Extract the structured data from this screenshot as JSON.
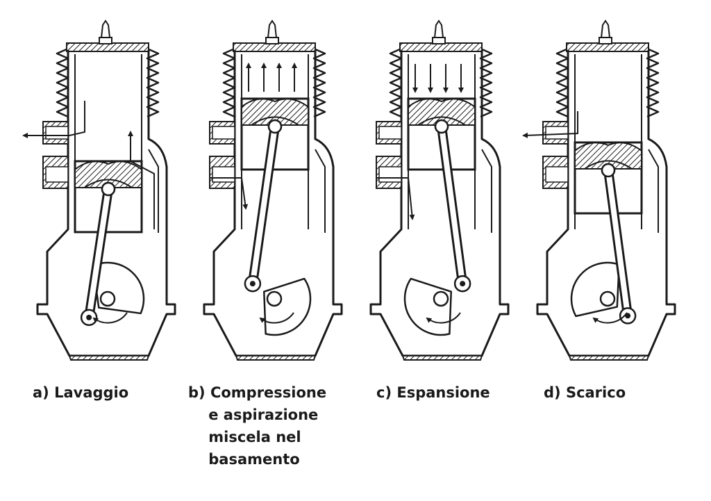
{
  "diagram": {
    "stages": [
      {
        "id": "a",
        "caption": "a) Lavaggio",
        "piston": "bottom",
        "crank_angle": 135,
        "flow": "scavenge"
      },
      {
        "id": "b",
        "caption": "b) Compressione\n    e aspirazione\n    miscela nel\n    basamento",
        "piston": "top",
        "crank_angle": 215,
        "flow": "compression"
      },
      {
        "id": "c",
        "caption": "c) Espansione",
        "piston": "top",
        "crank_angle": 325,
        "flow": "expansion"
      },
      {
        "id": "d",
        "caption": "d) Scarico",
        "piston": "mid",
        "crank_angle": 40,
        "flow": "exhaust"
      }
    ],
    "colors": {
      "ink": "#1a1a1a",
      "paper": "#ffffff"
    }
  }
}
